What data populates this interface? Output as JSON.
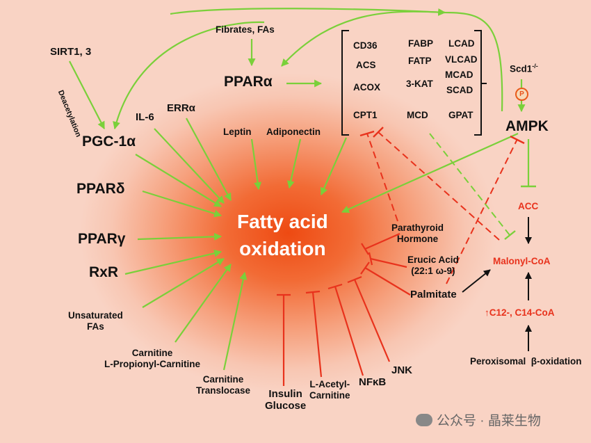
{
  "center_title": [
    "Fatty acid",
    "oxidation"
  ],
  "regulators": {
    "sirt": "SIRT1, 3",
    "deacetylation": "Deacetylation",
    "pgc1a": "PGC-1α",
    "il6": "IL-6",
    "erra": "ERRα",
    "ppard": "PPARδ",
    "pparg": "PPARγ",
    "rxr": "RxR",
    "unsat": [
      "Unsaturated",
      "FAs"
    ],
    "carnitine": [
      "Carnitine",
      "L-Propionyl-Carnitine"
    ],
    "translocase": [
      "Carnitine",
      "Translocase"
    ],
    "fibrates": "Fibrates, FAs",
    "ppara": "PPARα",
    "leptin": "Leptin",
    "adiponectin": "Adiponectin"
  },
  "target_genes": {
    "col1": [
      "CD36",
      "ACS",
      "ACOX",
      "CPT1"
    ],
    "col2": [
      "FABP",
      "FATP",
      "3-KAT",
      "MCD"
    ],
    "col3": [
      "LCAD",
      "VLCAD",
      "MCAD",
      "SCAD",
      "GPAT"
    ]
  },
  "ampk_branch": {
    "scd1_base": "Scd1",
    "scd1_sup": "-/-",
    "phospho": "P",
    "ampk": "AMPK",
    "acc": "ACC",
    "malonyl": "Malonyl-CoA",
    "c12": "↑C12-, C14-CoA",
    "perox": "Peroxisomal  β-oxidation"
  },
  "inhibitors": {
    "pth": [
      "Parathyroid",
      "Hormone"
    ],
    "erucic": [
      "Erucic Acid",
      "(22:1 ω-9)"
    ],
    "palmitate": "Palmitate",
    "jnk": "JNK",
    "nfkb": "NFκB",
    "lacetyl": [
      "L-Acetyl-",
      "Carnitine"
    ],
    "insulin": [
      "Insulin",
      "Glucose"
    ]
  },
  "watermark": "公众号 · 晶莱生物",
  "colors": {
    "activation": "#7ad03a",
    "inhibition": "#e8321c",
    "title": "#ffffff"
  }
}
